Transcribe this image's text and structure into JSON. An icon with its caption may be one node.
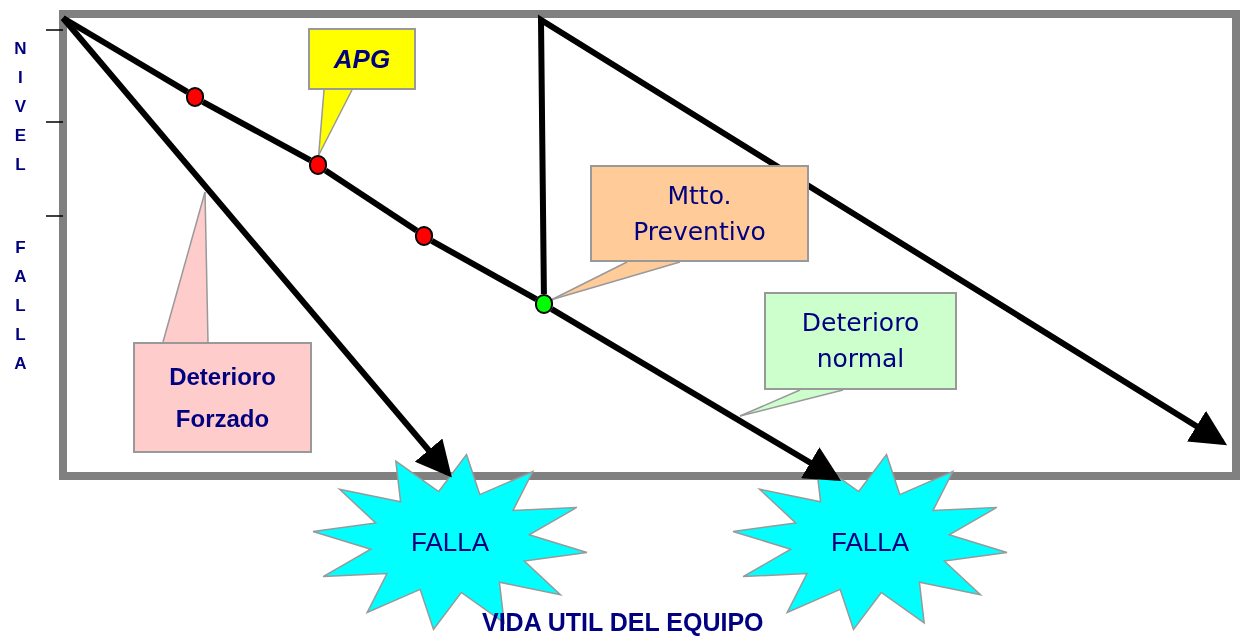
{
  "diagram": {
    "nodes": [
      {
        "text": [
          "APG"
        ]
      },
      {
        "text": [
          "Deterioro Forzado"
        ]
      },
      {
        "text": [
          "Mtto. Preventivo"
        ]
      },
      {
        "text": [
          "Deterioro normal"
        ]
      },
      {
        "text": [
          "FALLA"
        ]
      },
      {
        "text": [
          "FALLA"
        ]
      },
      {
        "text": [],
        "shape": "circle"
      },
      {
        "text": [],
        "shape": "circle"
      },
      {
        "text": [],
        "shape": "circle"
      },
      {
        "text": [],
        "shape": "circle"
      }
    ],
    "edges": [
      {
        "from": null,
        "to": 4,
        "arrow": "to"
      },
      {
        "from": null,
        "to": 6,
        "arrow": "none"
      },
      {
        "from": 6,
        "to": 7,
        "arrow": "none"
      },
      {
        "from": 7,
        "to": 8,
        "arrow": "none"
      },
      {
        "from": 8,
        "to": 9,
        "arrow": "none"
      },
      {
        "from": 9,
        "to": 5,
        "arrow": "to"
      },
      {
        "from": 9,
        "to": null,
        "arrow": "to"
      },
      {
        "from": 0,
        "to": 7,
        "arrow": "none",
        "color": "#999999"
      },
      {
        "from": 1,
        "to": null,
        "arrow": "none",
        "color": "#999999"
      },
      {
        "from": 2,
        "to": 9,
        "arrow": "none",
        "color": "#999999"
      },
      {
        "from": 3,
        "to": null,
        "arrow": "none",
        "color": "#999999"
      }
    ],
    "labels": [
      "NIVEL",
      "FALLA",
      "VIDA UTIL DEL EQUIPO"
    ]
  }
}
